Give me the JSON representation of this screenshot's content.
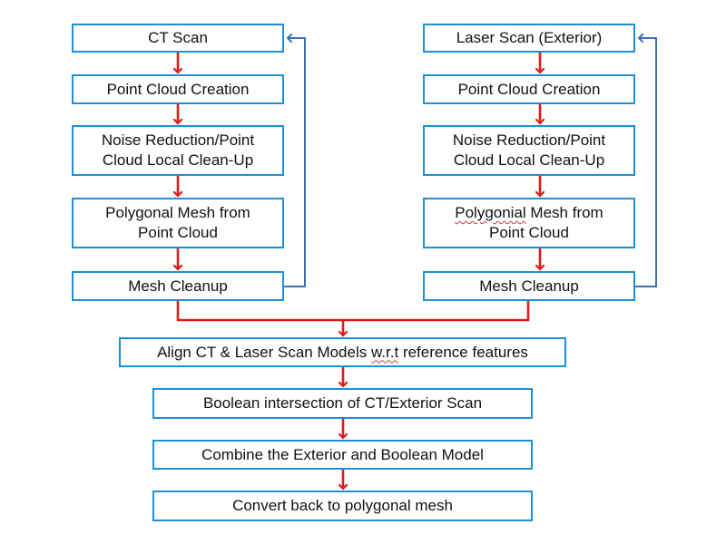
{
  "colors": {
    "box_border": "#1f8fd6",
    "flow_arrow": "#e01a1a",
    "loop_arrow": "#3b6fb0"
  },
  "left_column": {
    "ct_scan": "CT Scan",
    "point_cloud": "Point Cloud Creation",
    "noise_line1": "Noise Reduction/Point",
    "noise_line2": "Cloud Local Clean-Up",
    "mesh_line1": "Polygonal Mesh from",
    "mesh_line2": "Point Cloud",
    "mesh_cleanup": "Mesh Cleanup"
  },
  "right_column": {
    "laser_scan": "Laser Scan (Exterior)",
    "point_cloud": "Point Cloud Creation",
    "noise_line1": "Noise Reduction/Point",
    "noise_line2": "Cloud Local Clean-Up",
    "mesh_word": "Polygonial",
    "mesh_rest": " Mesh from",
    "mesh_line2": "Point Cloud",
    "mesh_cleanup": "Mesh Cleanup"
  },
  "merge": {
    "align_prefix": "Align CT & Laser Scan Models ",
    "align_wrt": "w.r.t",
    "align_suffix": " reference features",
    "boolean": "Boolean intersection of CT/Exterior Scan",
    "combine": "Combine the Exterior and Boolean Model",
    "convert": "Convert back to polygonal mesh"
  }
}
